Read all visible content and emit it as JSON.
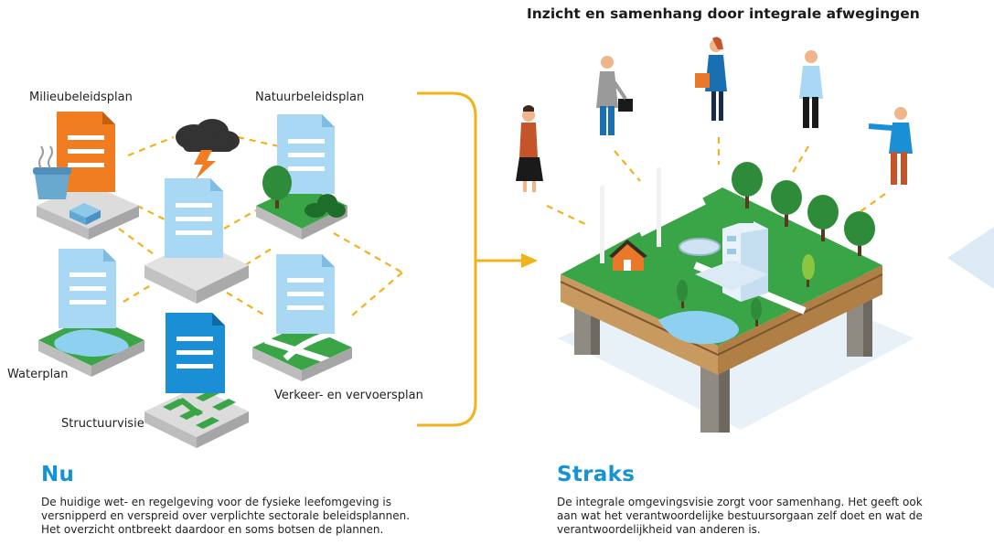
{
  "header": {
    "title": "Inzicht en samenhang door integrale afwegingen"
  },
  "plans": {
    "milieu": "Milieubeleidsplan",
    "natuur": "Natuurbeleidsplan",
    "water": "Waterplan",
    "verkeer": "Verkeer- en vervoersplan",
    "structuur": "Structuurvisie"
  },
  "nu": {
    "title": "Nu",
    "lines": [
      "De huidige wet- en regelgeving voor de fysieke leefomgeving is",
      "versnipperd en verspreid over verplichte sectorale beleidsplannen.",
      "Het overzicht ontbreekt daardoor en soms botsen de plannen."
    ]
  },
  "straks": {
    "title": "Straks",
    "lines": [
      "De integrale omgevingsvisie zorgt voor samenhang. Het geeft ook",
      "aan wat het verantwoordelijke bestuursorgaan zelf doet en wat de",
      "verantwoordelijkheid van anderen is."
    ]
  },
  "colors": {
    "accent_blue": "#1593d2",
    "doc_light": "#a9d8f4",
    "doc_orange": "#f07d22",
    "doc_blue": "#1a8fd6",
    "grass": "#3aa547",
    "connector": "#f2b21c"
  }
}
